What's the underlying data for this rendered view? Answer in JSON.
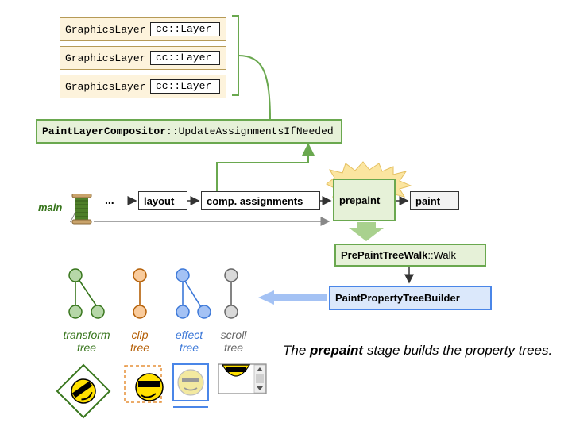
{
  "layers": [
    {
      "graphics": "GraphicsLayer",
      "cc": "cc::Layer"
    },
    {
      "graphics": "GraphicsLayer",
      "cc": "cc::Layer"
    },
    {
      "graphics": "GraphicsLayer",
      "cc": "cc::Layer"
    }
  ],
  "compositor": {
    "class": "PaintLayerCompositor",
    "method": "::UpdateAssignmentsIfNeeded"
  },
  "pipeline": {
    "main_label": "main",
    "ellipsis": "...",
    "layout": "layout",
    "comp_assignments": "comp. assignments",
    "prepaint": "prepaint",
    "paint": "paint"
  },
  "walk": {
    "class": "PrePaintTreeWalk",
    "method": "::Walk"
  },
  "builder": {
    "label": "PaintPropertyTreeBuilder"
  },
  "trees": [
    {
      "line1": "transform",
      "line2": "tree",
      "color": "#38761d"
    },
    {
      "line1": "clip",
      "line2": "tree",
      "color": "#b45f06"
    },
    {
      "line1": "effect",
      "line2": "tree",
      "color": "#3c78d8"
    },
    {
      "line1": "scroll",
      "line2": "tree",
      "color": "#666666"
    }
  ],
  "caption": {
    "pre": "The ",
    "bold": "prepaint",
    "post": " stage builds the property trees."
  },
  "colors": {
    "green": "#6aa84f",
    "green_fill": "#e6f1d8",
    "blue": "#4a86e8",
    "blue_fill": "#dbe8fb",
    "tan_border": "#b69a56",
    "tan_fill": "#fdf3dc",
    "starburst": "#fbe5a0"
  }
}
